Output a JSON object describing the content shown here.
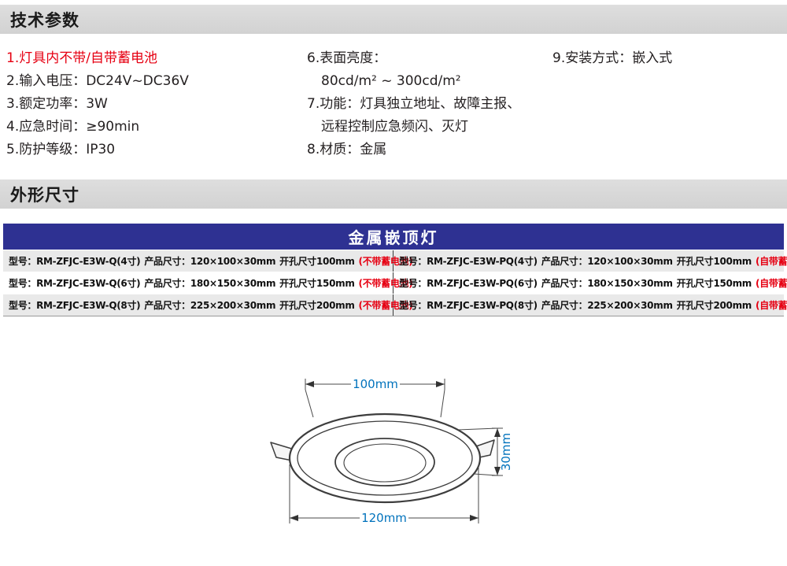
{
  "tech": {
    "title": "技术参数",
    "col1": [
      "1.灯具内不带/自带蓄电池",
      "2.输入电压：DC24V~DC36V",
      "3.额定功率：3W",
      "4.应急时间：≥90min",
      "5.防护等级：IP30"
    ],
    "col2": [
      "6.表面亮度：",
      "80cd/m² ~ 300cd/m²",
      "7.功能：灯具独立地址、故障主报、",
      "远程控制应急频闪、灭灯",
      "8.材质：金属"
    ],
    "col3": [
      "9.安装方式：嵌入式"
    ]
  },
  "outline": {
    "title": "外形尺寸",
    "table_title": "金属嵌顶灯",
    "rows": [
      {
        "left": {
          "model": "型号：RM-ZFJC-E3W-Q(4寸)",
          "size": "产品尺寸：120×100×30mm",
          "hole": "开孔尺寸100mm",
          "battery": "(不带蓄电池)"
        },
        "right": {
          "model": "型号：RM-ZFJC-E3W-PQ(4寸)",
          "size": "产品尺寸：120×100×30mm",
          "hole": "开孔尺寸100mm",
          "battery": "(自带蓄电池)"
        }
      },
      {
        "left": {
          "model": "型号：RM-ZFJC-E3W-Q(6寸)",
          "size": "产品尺寸：180×150×30mm",
          "hole": "开孔尺寸150mm",
          "battery": "(不带蓄电池)"
        },
        "right": {
          "model": "型号：RM-ZFJC-E3W-PQ(6寸)",
          "size": "产品尺寸：180×150×30mm",
          "hole": "开孔尺寸150mm",
          "battery": "(自带蓄电池)"
        }
      },
      {
        "left": {
          "model": "型号：RM-ZFJC-E3W-Q(8寸)",
          "size": "产品尺寸：225×200×30mm",
          "hole": "开孔尺寸200mm",
          "battery": "(不带蓄电池)"
        },
        "right": {
          "model": "型号：RM-ZFJC-E3W-PQ(8寸)",
          "size": "产品尺寸：225×200×30mm",
          "hole": "开孔尺寸200mm",
          "battery": "(自带蓄电池)"
        }
      }
    ]
  },
  "drawing": {
    "dim_top": "100mm",
    "dim_side": "30mm",
    "dim_bottom": "120mm"
  },
  "colors": {
    "accent_red": "#e60012",
    "header_navy": "#2e3192",
    "bar_gray": "#d9d9d9",
    "dim_blue": "#0072bc"
  }
}
